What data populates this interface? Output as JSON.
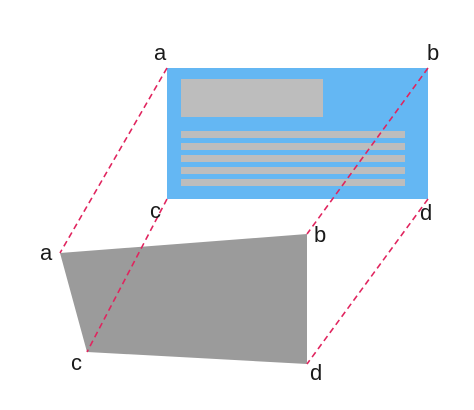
{
  "colors": {
    "card": "#64b7f3",
    "placeholder": "#bdbdbd",
    "quad": "#9b9b9b",
    "link": "#e0245e",
    "label": "#1a1a1a"
  },
  "source_labels": {
    "a": "a",
    "b": "b",
    "c": "c",
    "d": "d"
  },
  "target_labels": {
    "a": "a",
    "b": "b",
    "c": "c",
    "d": "d"
  }
}
